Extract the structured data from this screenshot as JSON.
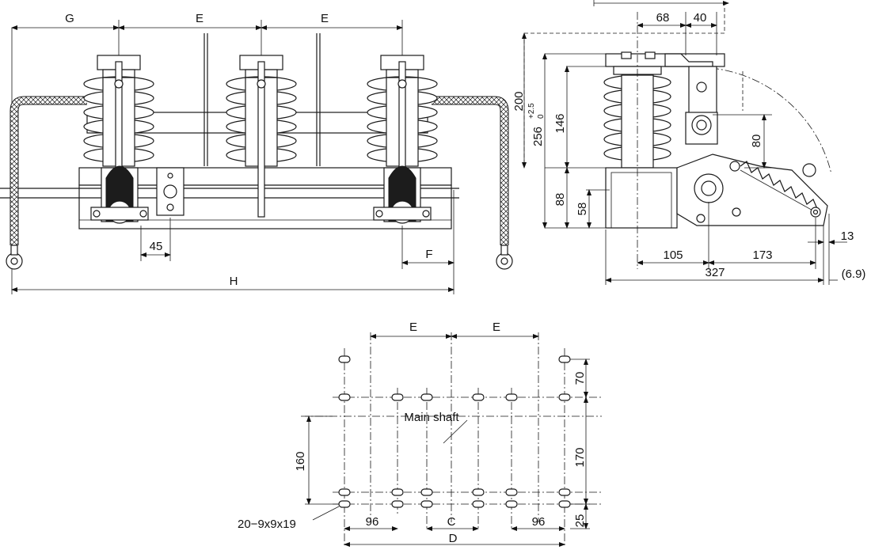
{
  "front_view": {
    "dims": {
      "g": "G",
      "e1": "E",
      "e2": "E",
      "d45": "45",
      "f": "F",
      "h": "H"
    }
  },
  "side_view": {
    "dims": {
      "d68": "68",
      "d40": "40",
      "d200": "200",
      "d146": "146",
      "d256": "256",
      "d256_tol_upper": "+2.5",
      "d256_tol_lower": "0",
      "d80": "80",
      "d88": "88",
      "d58": "58",
      "d105": "105",
      "d173": "173",
      "d13": "13",
      "d327": "327",
      "d69": "(6.9)"
    }
  },
  "hole_layout": {
    "dims": {
      "e1": "E",
      "e2": "E",
      "d70": "70",
      "d170": "170",
      "d160": "160",
      "d96a": "96",
      "c": "C",
      "d96b": "96",
      "d25": "25",
      "d": "D"
    },
    "main_shaft_label": "Main shaft",
    "hole_spec": "20−9x9x19"
  }
}
